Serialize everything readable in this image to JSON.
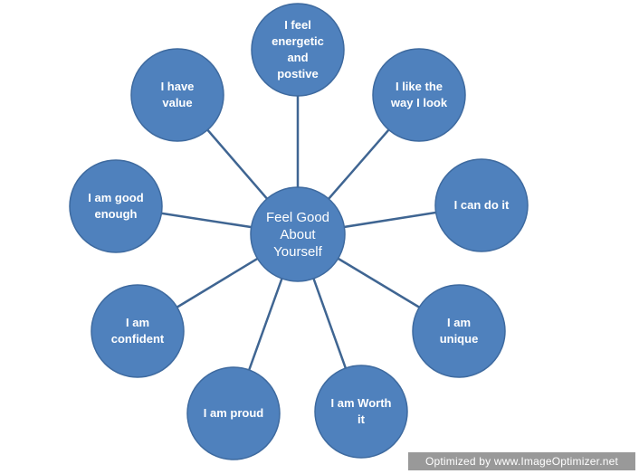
{
  "center": {
    "label": "Feel Good\nAbout\nYourself"
  },
  "nodes": [
    {
      "id": "energetic",
      "label": "I feel\nenergetic\nand\npostive"
    },
    {
      "id": "like-the-way-i-look",
      "label": "I like the\nway I look"
    },
    {
      "id": "can-do-it",
      "label": "I can do it"
    },
    {
      "id": "unique",
      "label": "I am\nunique"
    },
    {
      "id": "worth-it",
      "label": "I am Worth\nit"
    },
    {
      "id": "proud",
      "label": "I am proud"
    },
    {
      "id": "confident",
      "label": "I am\nconfident"
    },
    {
      "id": "good-enough",
      "label": "I am good\nenough"
    },
    {
      "id": "have-value",
      "label": "I have\nvalue"
    }
  ],
  "watermark": {
    "text": "Optimized by  www.ImageOptimizer.net"
  },
  "colors": {
    "node_fill": "#4f81bd",
    "connector": "#3f6592",
    "label_text": "#ffffff"
  }
}
